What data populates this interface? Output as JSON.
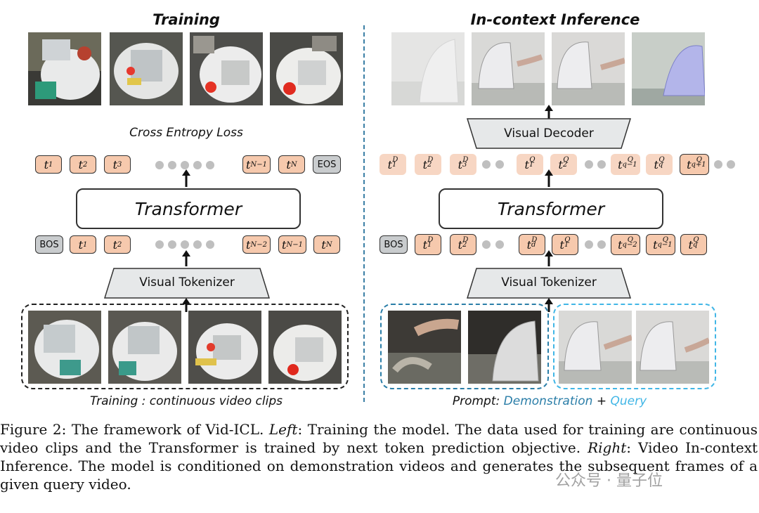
{
  "left": {
    "title": "Training",
    "loss_label": "Cross Entropy Loss",
    "transformer_label": "Transformer",
    "tokenizer_label": "Visual Tokenizer",
    "bottom_label": "Training : continuous video clips",
    "top_tokens": [
      "t",
      "t",
      "t",
      "t",
      "t"
    ],
    "bos": "BOS",
    "eos": "EOS"
  },
  "right": {
    "title": "In-context Inference",
    "decoder_label": "Visual Decoder",
    "transformer_label": "Transformer",
    "tokenizer_label": "Visual Tokenizer",
    "bos": "BOS",
    "prompt_label": "Prompt:",
    "demo_label": "Demonstration",
    "plus": "+",
    "query_label": "Query"
  },
  "colors": {
    "token_fill": "#f6c9ad",
    "special_fill": "#c9ccce",
    "demo_color": "#2b7ea8",
    "query_color": "#41b6e6",
    "divider": "#3b7fa5"
  },
  "caption": {
    "label": "Figure 2: The framework of Vid-ICL.",
    "left_word": "Left",
    "left_text": ": Training the model. The data used for training are continuous video clips and the Transformer is trained by next token prediction objective.",
    "right_word": "Right",
    "right_text": ": Video In-context Inference. The model is conditioned on demonstration videos and generates the subsequent frames of a given query video."
  },
  "watermark": "公众号 · 量子位"
}
